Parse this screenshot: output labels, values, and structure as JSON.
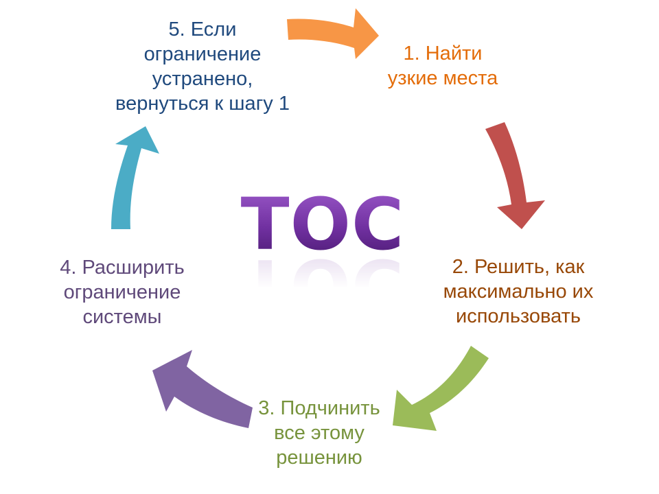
{
  "title": "TOC",
  "colors": {
    "step1": "#e36c09",
    "step2": "#984807",
    "step3": "#77933c",
    "step4": "#5f497a",
    "step5": "#1f497d",
    "arrow_orange": "#f79646",
    "arrow_red": "#c0504d",
    "arrow_green": "#9bbb59",
    "arrow_purple": "#8064a2",
    "arrow_teal": "#4bacc6",
    "title": "#7030a0"
  },
  "steps": [
    {
      "lines": [
        "1. Найти",
        "узкие места"
      ]
    },
    {
      "lines": [
        "2. Решить, как",
        "максимально их",
        "использовать"
      ]
    },
    {
      "lines": [
        "3. Подчинить",
        "все этому",
        "решению"
      ]
    },
    {
      "lines": [
        "4. Расширить",
        "ограничение",
        "системы"
      ]
    },
    {
      "lines": [
        "5. Если",
        "ограничение",
        "устранено,",
        "вернуться к шагу 1"
      ]
    }
  ]
}
